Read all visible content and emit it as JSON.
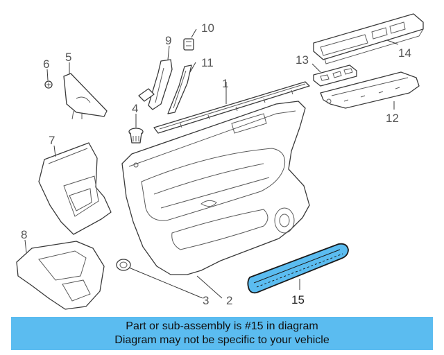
{
  "callouts": {
    "c1": "1",
    "c2": "2",
    "c3": "3",
    "c4": "4",
    "c5": "5",
    "c6": "6",
    "c7": "7",
    "c8": "8",
    "c9": "9",
    "c10": "10",
    "c11": "11",
    "c12": "12",
    "c13": "13",
    "c14": "14",
    "c15": "15"
  },
  "banner": {
    "line1": "Part or sub-assembly is #15 in diagram",
    "line2": "Diagram may not be specific to your vehicle"
  },
  "colors": {
    "highlight": "#5bbcf0",
    "banner_bg": "#5bbcf0",
    "line": "#3a3a3a"
  }
}
